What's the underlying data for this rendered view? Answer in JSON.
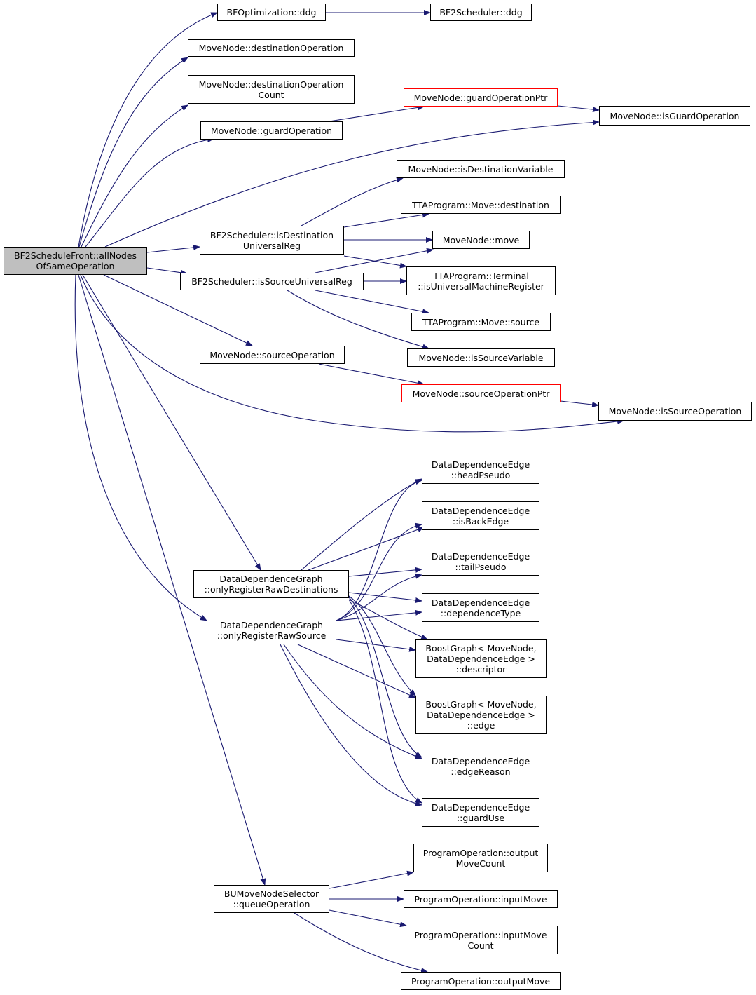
{
  "colors": {
    "edge": "#191970",
    "border": "#000000",
    "root_fill": "#bfbfbf",
    "highlight_border": "#ff0000"
  },
  "nodes": {
    "root": [
      "BF2ScheduleFront::allNodes",
      "OfSameOperation"
    ],
    "bfopt_ddg": [
      "BFOptimization::ddg"
    ],
    "bf2s_ddg": [
      "BF2Scheduler::ddg"
    ],
    "mn_destop": [
      "MoveNode::destinationOperation"
    ],
    "mn_destopcount": [
      "MoveNode::destinationOperation",
      "Count"
    ],
    "mn_guardopptr": [
      "MoveNode::guardOperationPtr"
    ],
    "mn_isguardop": [
      "MoveNode::isGuardOperation"
    ],
    "mn_guardop": [
      "MoveNode::guardOperation"
    ],
    "mn_isdestvar": [
      "MoveNode::isDestinationVariable"
    ],
    "tta_move_dest": [
      "TTAProgram::Move::destination"
    ],
    "bf2s_isdestur": [
      "BF2Scheduler::isDestination",
      "UniversalReg"
    ],
    "mn_move": [
      "MoveNode::move"
    ],
    "tta_term_isumr": [
      "TTAProgram::Terminal",
      "::isUniversalMachineRegister"
    ],
    "bf2s_issrcur": [
      "BF2Scheduler::isSourceUniversalReg"
    ],
    "tta_move_src": [
      "TTAProgram::Move::source"
    ],
    "mn_issrcvar": [
      "MoveNode::isSourceVariable"
    ],
    "mn_srcop": [
      "MoveNode::sourceOperation"
    ],
    "mn_srcopptr": [
      "MoveNode::sourceOperationPtr"
    ],
    "mn_issrcop": [
      "MoveNode::isSourceOperation"
    ],
    "dde_headpseudo": [
      "DataDependenceEdge",
      "::headPseudo"
    ],
    "dde_isbackedge": [
      "DataDependenceEdge",
      "::isBackEdge"
    ],
    "dde_tailpseudo": [
      "DataDependenceEdge",
      "::tailPseudo"
    ],
    "ddg_onlyrawdest": [
      "DataDependenceGraph",
      "::onlyRegisterRawDestinations"
    ],
    "dde_deptype": [
      "DataDependenceEdge",
      "::dependenceType"
    ],
    "ddg_onlyrawsrc": [
      "DataDependenceGraph",
      "::onlyRegisterRawSource"
    ],
    "bg_descriptor": [
      "BoostGraph< MoveNode,",
      "DataDependenceEdge >",
      "::descriptor"
    ],
    "bg_edge": [
      "BoostGraph< MoveNode,",
      "DataDependenceEdge >",
      "::edge"
    ],
    "dde_edgereason": [
      "DataDependenceEdge",
      "::edgeReason"
    ],
    "dde_guarduse": [
      "DataDependenceEdge",
      "::guardUse"
    ],
    "po_outmovecount": [
      "ProgramOperation::output",
      "MoveCount"
    ],
    "bumns_queueop": [
      "BUMoveNodeSelector",
      "::queueOperation"
    ],
    "po_inputmove": [
      "ProgramOperation::inputMove"
    ],
    "po_inputmovecount": [
      "ProgramOperation::inputMove",
      "Count"
    ],
    "po_outputmove": [
      "ProgramOperation::outputMove"
    ]
  }
}
